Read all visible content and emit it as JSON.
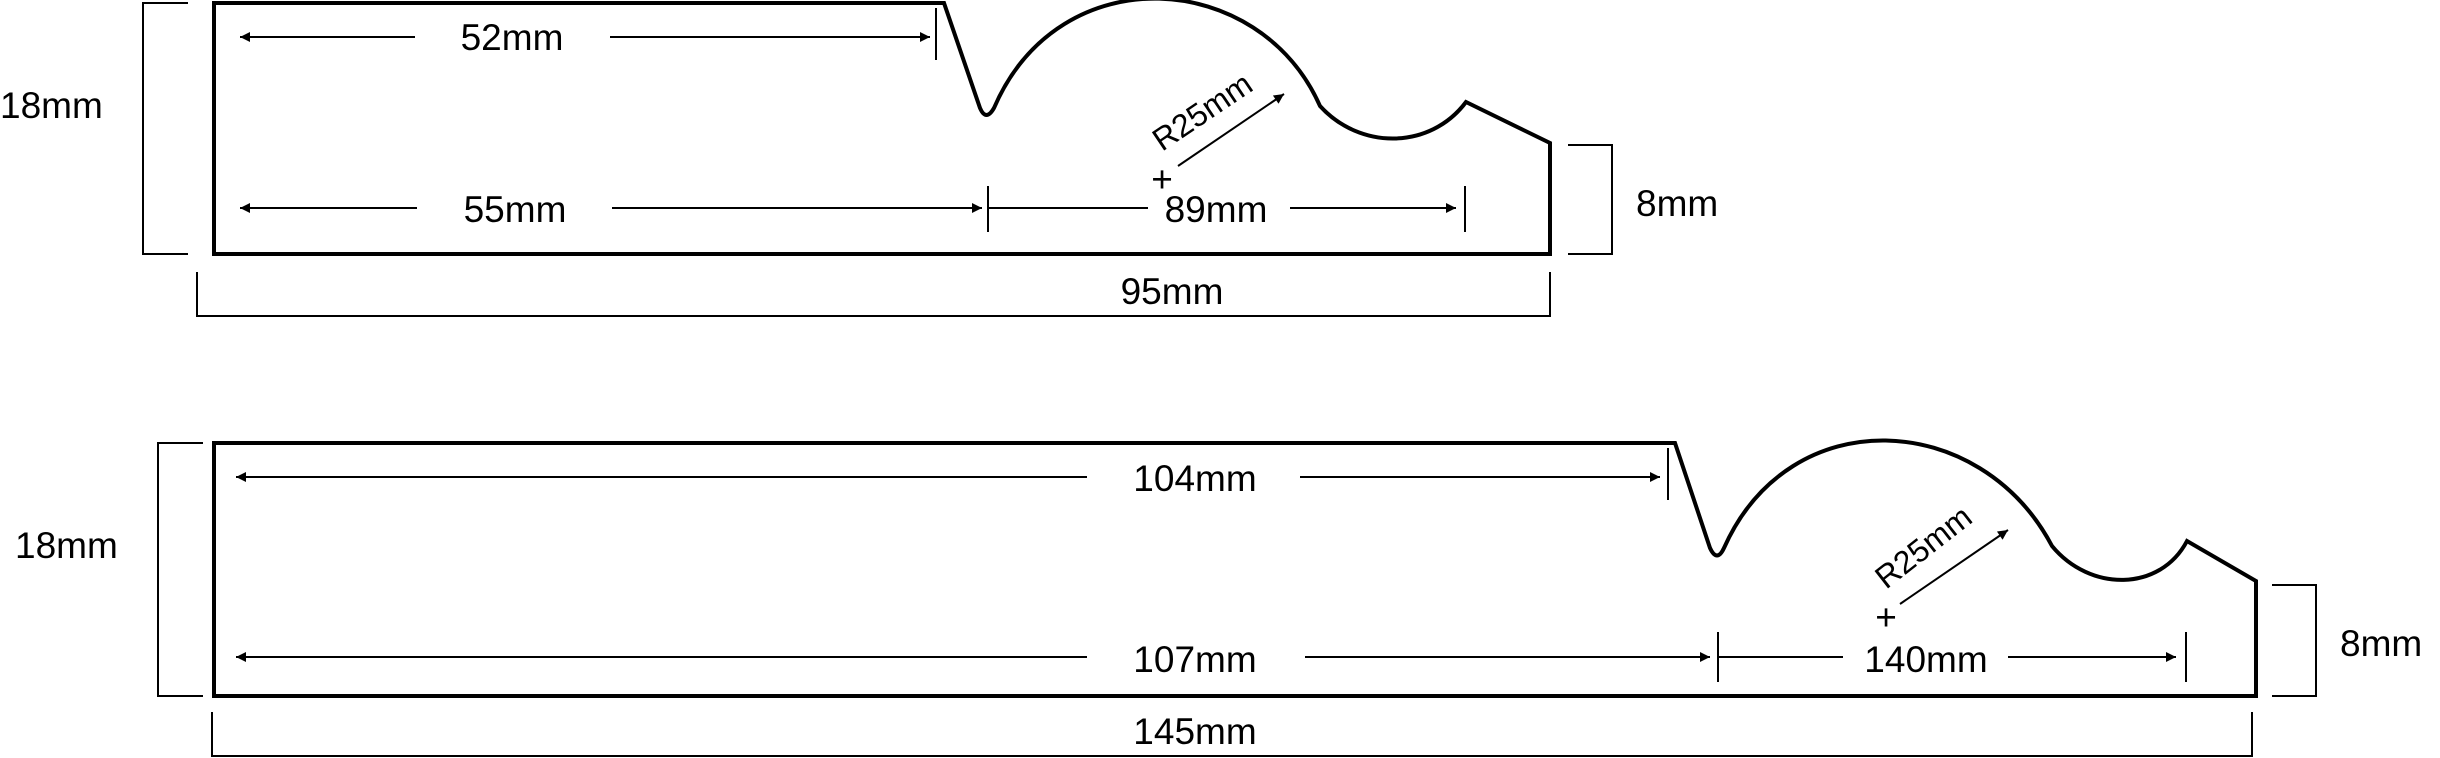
{
  "profiles": [
    {
      "dim_total_height": "18mm",
      "dim_top_run": "52mm",
      "dim_bottom_run": "55mm",
      "dim_arc_span": "89mm",
      "dim_radius": "R25mm",
      "dim_end_height": "8mm",
      "dim_total_width": "95mm",
      "center_mark": "+"
    },
    {
      "dim_total_height": "18mm",
      "dim_top_run": "104mm",
      "dim_bottom_run": "107mm",
      "dim_arc_span": "140mm",
      "dim_radius": "R25mm",
      "dim_end_height": "8mm",
      "dim_total_width": "145mm",
      "center_mark": "+"
    }
  ],
  "colors": {
    "line": "#000000",
    "background": "#ffffff"
  }
}
